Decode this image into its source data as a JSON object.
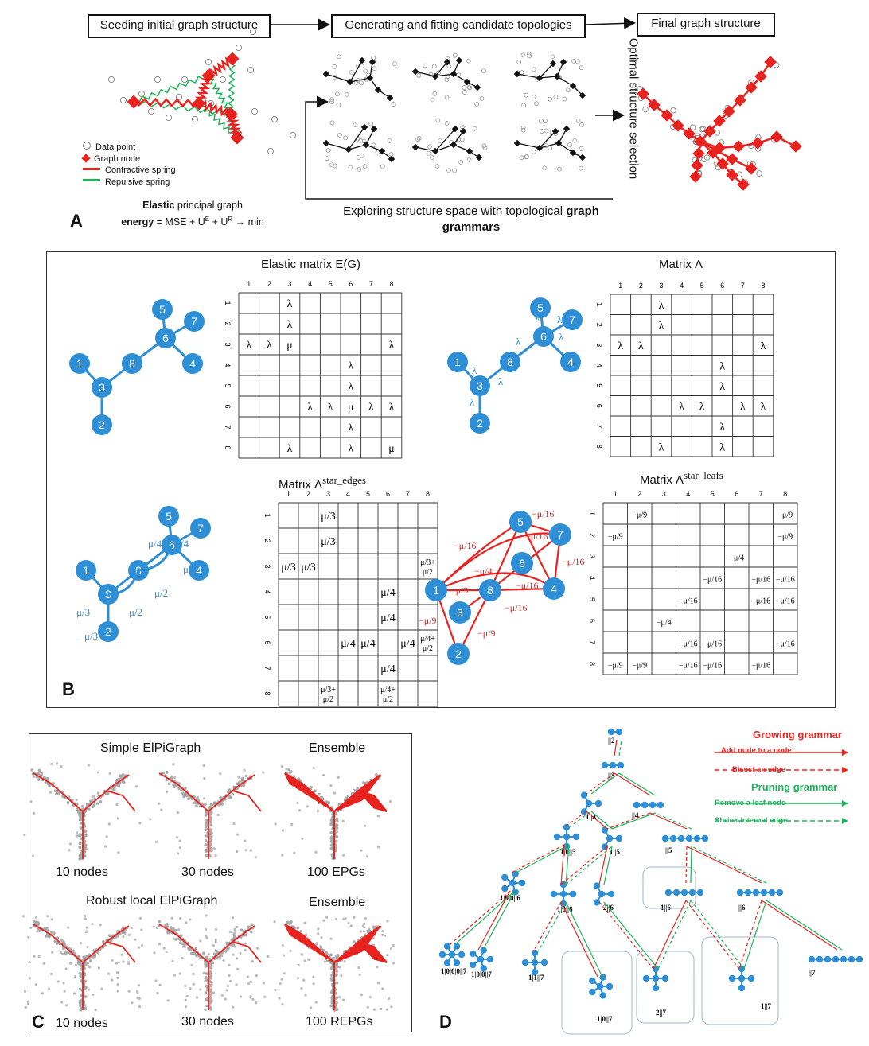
{
  "panelA": {
    "label": "A",
    "box_seed": "Seeding initial graph structure",
    "box_gen": "Generating and fitting candidate topologies",
    "box_final": "Final graph structure",
    "vertical_label": "Optimal structure selection",
    "explore_line1_pre": "Exploring structure space with topological ",
    "explore_line1_bold": "graph",
    "explore_line2_bold": "grammars",
    "legend": [
      "Data point",
      "Graph node",
      "Contractive spring",
      "Repulsive spring"
    ],
    "energy_line1_bold": "Elastic",
    "energy_line1_rest": " principal graph",
    "energy_line2_bold": "energy",
    "energy_line2_rest": " = MSE + U",
    "sup_E": "E",
    "plus": " + U",
    "sup_R": "R",
    "min": " → min"
  },
  "panelB": {
    "label": "B",
    "titles": [
      "Elastic matrix E(G)",
      "Matrix Λ",
      "Matrix Λ",
      "Matrix Λ"
    ],
    "sup_edges": "star_edges",
    "sup_leafs": "star_leafs",
    "headers": [
      "1",
      "2",
      "3",
      "4",
      "5",
      "6",
      "7",
      "8"
    ],
    "matrix_E": [
      [
        "",
        "",
        "λ",
        "",
        "",
        "",
        "",
        ""
      ],
      [
        "",
        "",
        "λ",
        "",
        "",
        "",
        "",
        ""
      ],
      [
        "λ",
        "λ",
        "μ",
        "",
        "",
        "",
        "",
        "λ"
      ],
      [
        "",
        "",
        "",
        "",
        "",
        "λ",
        "",
        ""
      ],
      [
        "",
        "",
        "",
        "",
        "",
        "λ",
        "",
        ""
      ],
      [
        "",
        "",
        "",
        "λ",
        "λ",
        "μ",
        "λ",
        "λ"
      ],
      [
        "",
        "",
        "",
        "",
        "",
        "λ",
        "",
        ""
      ],
      [
        "",
        "",
        "λ",
        "",
        "",
        "λ",
        "",
        "μ"
      ]
    ],
    "matrix_L": [
      [
        "",
        "",
        "λ",
        "",
        "",
        "",
        "",
        ""
      ],
      [
        "",
        "",
        "λ",
        "",
        "",
        "",
        "",
        ""
      ],
      [
        "λ",
        "λ",
        "",
        "",
        "",
        "",
        "",
        "λ"
      ],
      [
        "",
        "",
        "",
        "",
        "",
        "λ",
        "",
        ""
      ],
      [
        "",
        "",
        "",
        "",
        "",
        "λ",
        "",
        ""
      ],
      [
        "",
        "",
        "",
        "λ",
        "λ",
        "",
        "λ",
        "λ"
      ],
      [
        "",
        "",
        "",
        "",
        "",
        "λ",
        "",
        ""
      ],
      [
        "",
        "",
        "λ",
        "",
        "",
        "λ",
        "",
        ""
      ]
    ],
    "matrix_SE": [
      [
        "",
        "",
        "μ/3",
        "",
        "",
        "",
        "",
        ""
      ],
      [
        "",
        "",
        "μ/3",
        "",
        "",
        "",
        "",
        ""
      ],
      [
        "μ/3",
        "μ/3",
        "",
        "",
        "",
        "",
        "",
        "μ/3+|μ/2"
      ],
      [
        "",
        "",
        "",
        "",
        "",
        "μ/4",
        "",
        ""
      ],
      [
        "",
        "",
        "",
        "",
        "",
        "μ/4",
        "",
        ""
      ],
      [
        "",
        "",
        "",
        "μ/4",
        "μ/4",
        "",
        "μ/4",
        "μ/4+|μ/2"
      ],
      [
        "",
        "",
        "",
        "",
        "",
        "μ/4",
        "",
        ""
      ],
      [
        "",
        "",
        "μ/3+|μ/2",
        "",
        "",
        "μ/4+|μ/2",
        "",
        ""
      ]
    ],
    "matrix_SL": [
      [
        "",
        "−μ/9",
        "",
        "",
        "",
        "",
        "",
        "−μ/9"
      ],
      [
        "−μ/9",
        "",
        "",
        "",
        "",
        "",
        "",
        "−μ/9"
      ],
      [
        "",
        "",
        "",
        "",
        "",
        "−μ/4",
        "",
        ""
      ],
      [
        "",
        "",
        "",
        "",
        "−μ/16",
        "",
        "−μ/16",
        "−μ/16"
      ],
      [
        "",
        "",
        "",
        "−μ/16",
        "",
        "",
        "−μ/16",
        "−μ/16"
      ],
      [
        "",
        "",
        "−μ/4",
        "",
        "",
        "",
        "",
        ""
      ],
      [
        "",
        "",
        "",
        "−μ/16",
        "−μ/16",
        "",
        "",
        "−μ/16"
      ],
      [
        "−μ/9",
        "−μ/9",
        "",
        "−μ/16",
        "−μ/16",
        "",
        "−μ/16",
        ""
      ]
    ],
    "node_labels": [
      "1",
      "2",
      "3",
      "4",
      "5",
      "6",
      "7",
      "8"
    ],
    "edge_lambda": "λ",
    "edge_mu3": "μ/3",
    "edge_mu4": "μ/4",
    "edge_mu2": "μ/2",
    "edge_m9": "−μ/9",
    "edge_m4": "−μ/4",
    "edge_m16": "−μ/16"
  },
  "panelC": {
    "label": "C",
    "titles": [
      "Simple ElPiGraph",
      "Ensemble",
      "Robust local ElPiGraph",
      "Ensemble"
    ],
    "captions": [
      "10 nodes",
      "30 nodes",
      "100 EPGs",
      "10 nodes",
      "30 nodes",
      "100 REPGs"
    ]
  },
  "panelD": {
    "label": "D",
    "growing": "Growing grammar",
    "add_node": "Add node to a node",
    "bisect": "Bisect an edge",
    "pruning": "Pruning grammar",
    "remove_leaf": "Remove a leaf node",
    "shrink": "Shrink internal edge",
    "labels": [
      "||2",
      "||3",
      "1||4",
      "||4",
      "1|0||5",
      "1||5",
      "||5",
      "1|0|0||6",
      "1|0||6",
      "2||6",
      "1||6",
      "||6",
      "1|0|0|0||7",
      "1|0|0||7",
      "1|1||7",
      "1|0||7",
      "2||7",
      "1||7",
      "||7"
    ]
  },
  "colors": {
    "blue": "#2f8fd6",
    "red": "#e8231f",
    "green": "#1fb35a"
  }
}
